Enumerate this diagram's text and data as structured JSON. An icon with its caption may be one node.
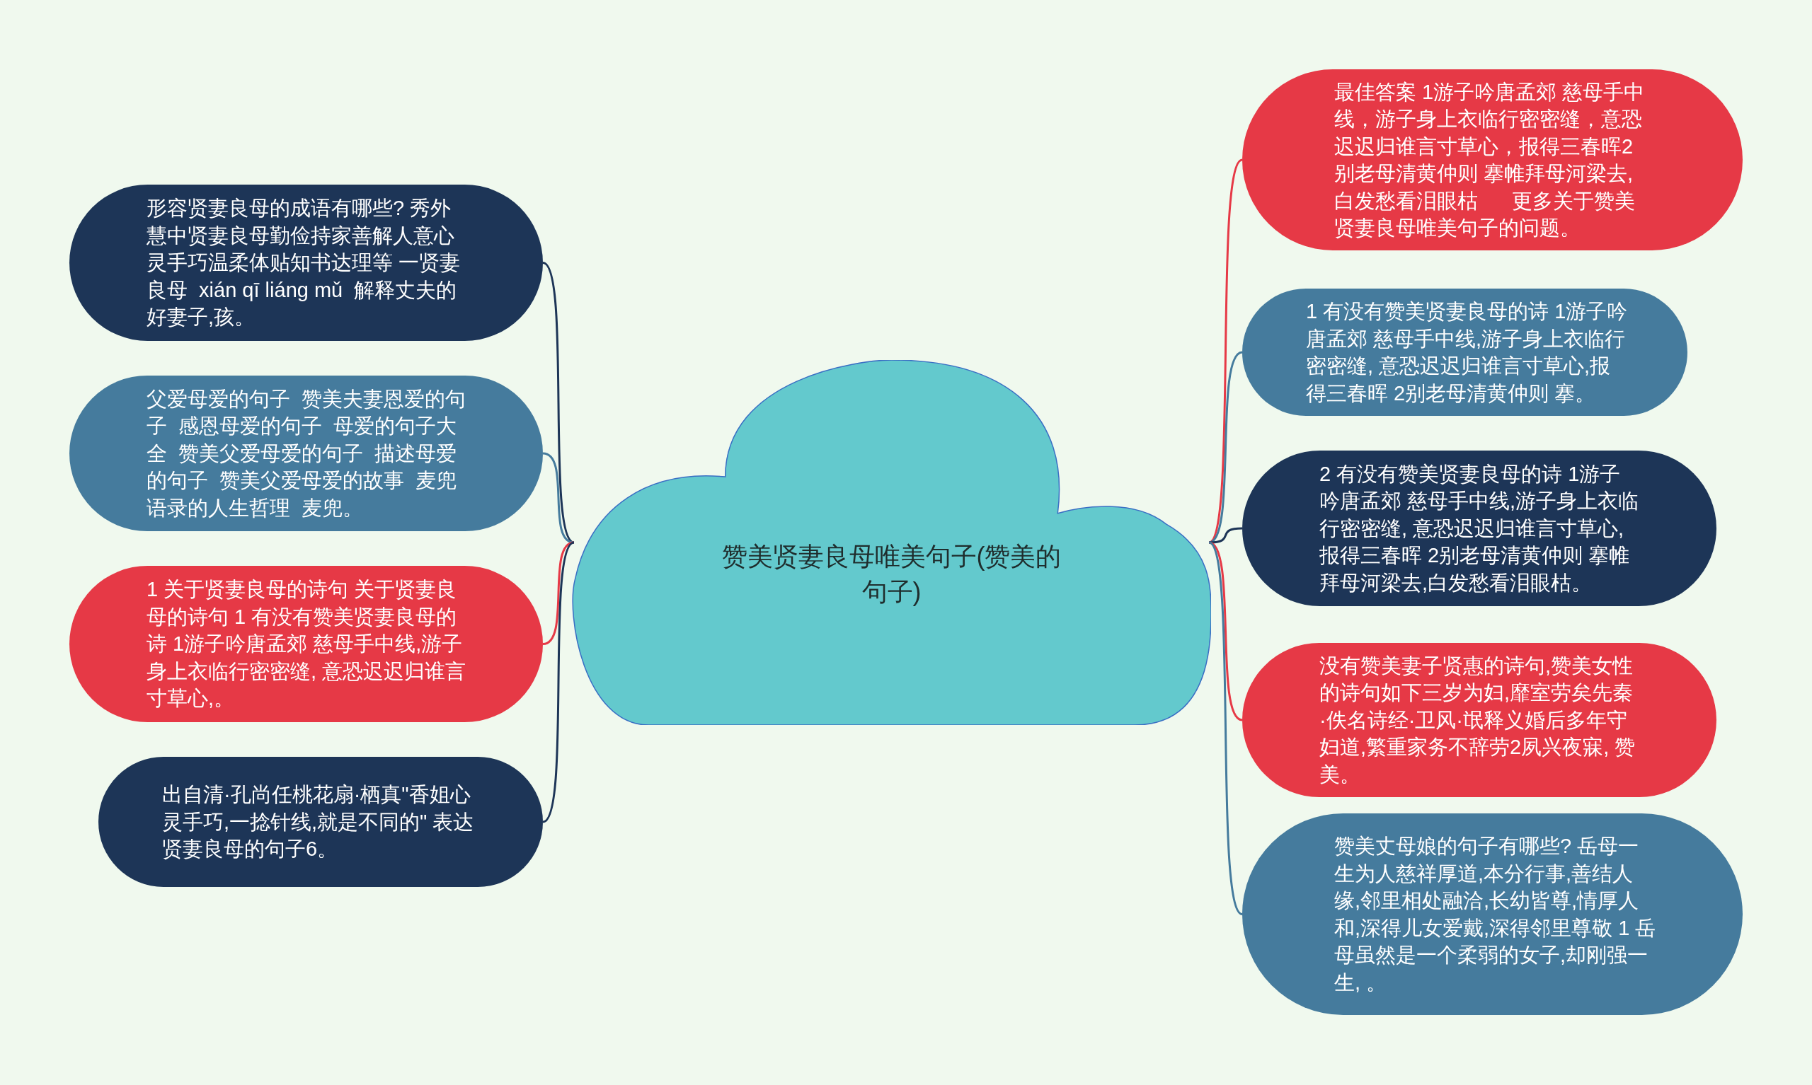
{
  "diagram": {
    "nodes": [
      {
        "text": [
          "赞美贤妻良母唯美句子(赞美的句子)"
        ]
      },
      {
        "text": [
          "形容贤妻良母的成语有哪些? 秀外慧中贤妻良母勤俭持家善解人意心灵手巧温柔体贴知书达理等 一贤妻良母  xián qī liáng mǔ  解释丈夫的好妻子,孩。"
        ]
      },
      {
        "text": [
          "父爱母爱的句子  赞美夫妻恩爱的句子  感恩母爱的句子  母爱的句子大全  赞美父爱母爱的句子  描述母爱的句子  赞美父爱母爱的故事  麦兜语录的人生哲理  麦兜。"
        ]
      },
      {
        "text": [
          "1 关于贤妻良母的诗句 关于贤妻良母的诗句 1 有没有赞美贤妻良母的诗 1游子吟唐孟郊 慈母手中线,游子身上衣临行密密缝, 意恐迟迟归谁言寸草心,。"
        ]
      },
      {
        "text": [
          "出自清·孔尚任桃花扇·栖真\"香姐心灵手巧,一捻针线,就是不同的\" 表达贤妻良母的句子6。"
        ]
      },
      {
        "text": [
          "最佳答案 1游子吟唐孟郊 慈母手中线，游子身上衣临行密密缝，意恐迟迟归谁言寸草心，报得三春晖2别老母清黄仲则 搴帷拜母河梁去,白发愁看泪眼枯      更多关于赞美贤妻良母唯美句子的问题。"
        ]
      },
      {
        "text": [
          "1 有没有赞美贤妻良母的诗 1游子吟唐孟郊 慈母手中线,游子身上衣临行密密缝, 意恐迟迟归谁言寸草心,报得三春晖 2别老母清黄仲则 搴。"
        ]
      },
      {
        "text": [
          "2 有没有赞美贤妻良母的诗 1游子吟唐孟郊 慈母手中线,游子身上衣临行密密缝, 意恐迟迟归谁言寸草心,报得三春晖 2别老母清黄仲则 搴帷拜母河梁去,白发愁看泪眼枯。"
        ]
      },
      {
        "text": [
          "没有赞美妻子贤惠的诗句,赞美女性的诗句如下三岁为妇,靡室劳矣先秦·佚名诗经·卫风·氓释义婚后多年守妇道,繁重家务不辞劳2夙兴夜寐, 赞美。"
        ]
      },
      {
        "text": [
          "赞美丈母娘的句子有哪些? 岳母一生为人慈祥厚道,本分行事,善结人缘,邻里相处融洽,长幼皆尊,情厚人和,深得儿女爱戴,深得邻里尊敬 1 岳母虽然是一个柔弱的女子,却刚强一生, 。"
        ]
      }
    ],
    "edges": [
      {
        "from": 0,
        "to": 1,
        "arrow": "none"
      },
      {
        "from": 0,
        "to": 2,
        "arrow": "none",
        "color": "#457b9d"
      },
      {
        "from": 0,
        "to": 3,
        "arrow": "none",
        "color": "#e63946"
      },
      {
        "from": 0,
        "to": 4,
        "arrow": "none"
      },
      {
        "from": 0,
        "to": 5,
        "arrow": "none",
        "color": "#e63946"
      },
      {
        "from": 0,
        "to": 6,
        "arrow": "none",
        "color": "#457b9d"
      },
      {
        "from": 0,
        "to": 7,
        "arrow": "none"
      },
      {
        "from": 0,
        "to": 8,
        "arrow": "none",
        "color": "#e63946"
      },
      {
        "from": 0,
        "to": 9,
        "arrow": "none",
        "color": "#457b9d"
      }
    ]
  }
}
